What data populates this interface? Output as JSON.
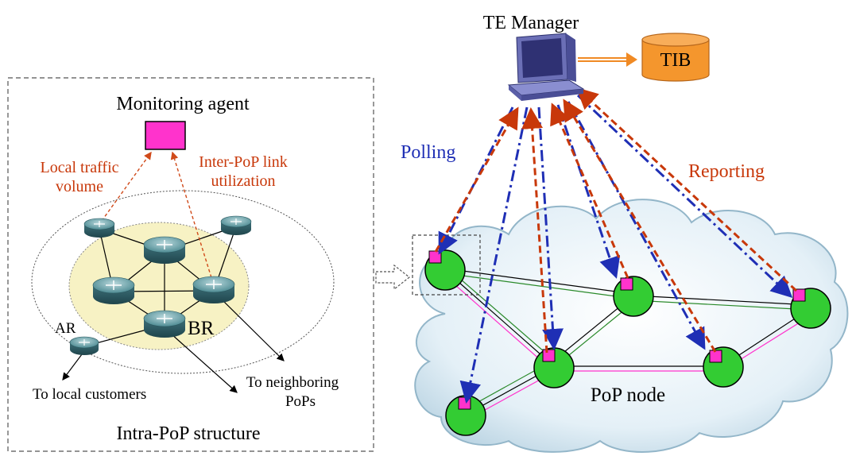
{
  "labels": {
    "te_manager": "TE Manager",
    "tib": "TIB",
    "monitoring_agent": "Monitoring agent",
    "local_traffic_line1": "Local traffic",
    "local_traffic_line2": "volume",
    "interpop_line1": "Inter-PoP link",
    "interpop_line2": "utilization",
    "polling": "Polling",
    "reporting": "Reporting",
    "ar": "AR",
    "br": "BR",
    "to_local_customers": "To local customers",
    "to_neighboring_line1": "To neighboring",
    "to_neighboring_line2": "PoPs",
    "intra_pop_structure": "Intra-PoP structure",
    "pop_node": "PoP node"
  },
  "colors": {
    "polling": "#1f2fb5",
    "reporting": "#c8380a",
    "agent": "#ff33cc",
    "pop_node": "#33cc33",
    "tib": "#f4962d",
    "pop_core": "#f7f2c4",
    "cloud": "#dfeef6"
  }
}
